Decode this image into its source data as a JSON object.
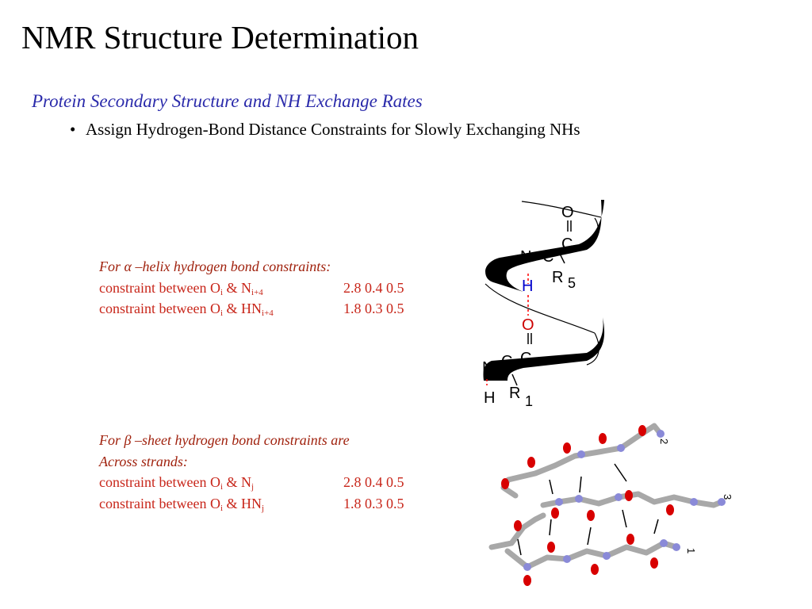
{
  "slide": {
    "title": "NMR Structure Determination",
    "subtitle": "Protein Secondary Structure and NH Exchange Rates",
    "bullet": {
      "marker": "•",
      "text": "Assign Hydrogen-Bond Distance Constraints for Slowly Exchanging NHs"
    }
  },
  "alpha_helix": {
    "heading": {
      "pre": "For ",
      "symbol": "α",
      "post": " –helix hydrogen bond constraints:"
    },
    "rows": [
      {
        "text": "constraint between O",
        "sub1": "i",
        "mid": " & N",
        "sub2": "i+4",
        "values": "2.8 0.4 0.5"
      },
      {
        "text": "constraint between O",
        "sub1": "i",
        "mid": " & HN",
        "sub2": "i+4",
        "values": "1.8 0.3 0.5"
      }
    ],
    "figure": {
      "atoms_top": [
        "O",
        "C",
        "C",
        "N",
        "H",
        "R",
        "5"
      ],
      "atoms_bottom": [
        "O",
        "C",
        "C",
        "N",
        "H",
        "R",
        "1"
      ],
      "ribbon_color": "#000000",
      "hbond_color": "#ff0000",
      "h_color": "#0000cc"
    }
  },
  "beta_sheet": {
    "heading": {
      "pre": "For ",
      "symbol": "β",
      "post": " –sheet hydrogen bond constraints are",
      "line2": "Across strands:"
    },
    "rows": [
      {
        "text": "constraint between O",
        "sub1": "i",
        "mid": " & N",
        "sub2": "j",
        "values": "2.8 0.4 0.5"
      },
      {
        "text": "constraint between O",
        "sub1": "i",
        "mid": " & HN",
        "sub2": "j",
        "values": "1.8 0.3 0.5"
      }
    ],
    "figure": {
      "strand_labels": [
        "2",
        "3",
        "1"
      ],
      "carbon_color": "#a8a8a8",
      "oxygen_color": "#d80000",
      "nitrogen_color": "#8a8ad8"
    }
  },
  "colors": {
    "title": "#000000",
    "subtitle": "#2b2bab",
    "constraint_text": "#c8261a",
    "constraint_heading": "#a0220e"
  }
}
